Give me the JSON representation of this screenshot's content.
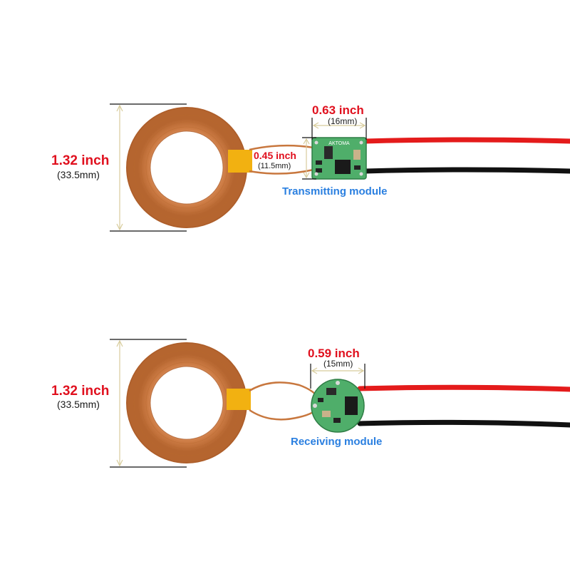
{
  "transmitter": {
    "coil_height_inch": "1.32 inch",
    "coil_height_mm": "(33.5mm)",
    "module_width_inch": "0.63 inch",
    "module_width_mm": "(16mm)",
    "module_height_inch": "0.45 inch",
    "module_height_mm": "(11.5mm)",
    "title": "Transmitting module",
    "board_marking": "AKTOMA"
  },
  "receiver": {
    "coil_height_inch": "1.32 inch",
    "coil_height_mm": "(33.5mm)",
    "module_width_inch": "0.59 inch",
    "module_width_mm": "(15mm)",
    "title": "Receiving module"
  },
  "colors": {
    "dimension_red": "#e0101e",
    "title_blue": "#2a7fe0",
    "copper": "#c8773e",
    "pcb_green": "#4fae6a",
    "tape_yellow": "#f2b111",
    "wire_red": "#e41b1b",
    "wire_black": "#111111"
  }
}
